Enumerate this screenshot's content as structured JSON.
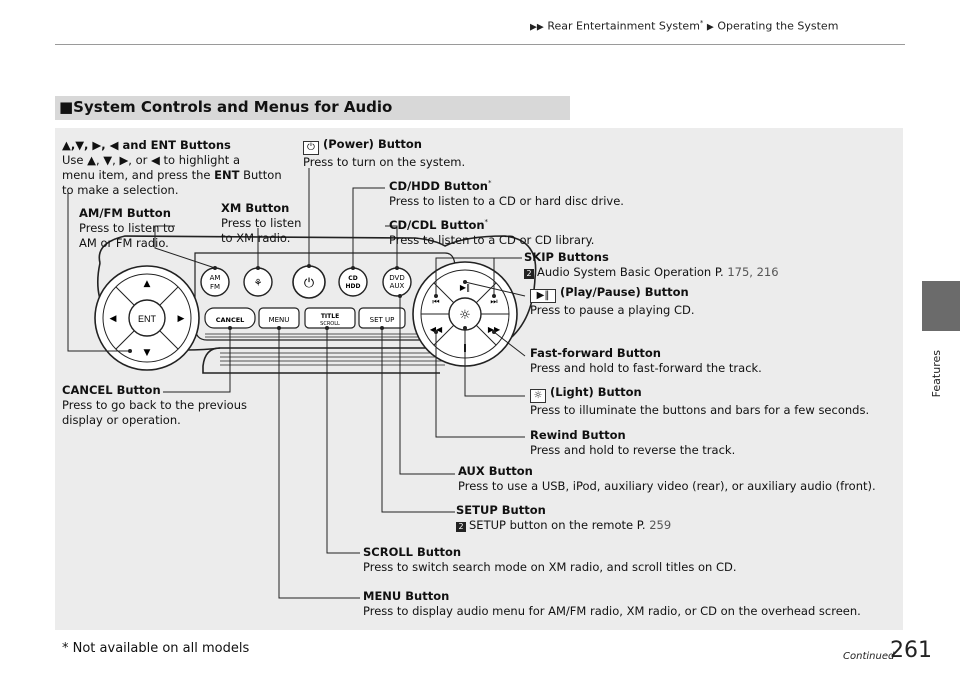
{
  "header": {
    "crumb_1": "Rear Entertainment System",
    "crumb_1_mark": "*",
    "crumb_2": "Operating the System"
  },
  "side_tab": {
    "label": "Features"
  },
  "section": {
    "title": "■System Controls and Menus for Audio"
  },
  "labels": {
    "arrows_title": "▲,▼, ▶, ◀ and ENT Buttons",
    "arrows_desc_1": "Use ▲, ▼, ▶, or ◀ to highlight a",
    "arrows_desc_2a": "menu item, and press the ",
    "arrows_desc_2b": "ENT",
    "arrows_desc_2c": " Button",
    "arrows_desc_3": "to make a selection.",
    "amfm_title": "AM/FM Button",
    "amfm_desc_1": "Press to listen to",
    "amfm_desc_2": "AM or FM radio.",
    "xm_title": "XM Button",
    "xm_desc_1": "Press to listen",
    "xm_desc_2": "to XM radio.",
    "power_title": "(Power) Button",
    "power_desc": "Press to turn on the system.",
    "cdhdd_title": "CD/HDD Button",
    "cdhdd_mark": "*",
    "cdhdd_desc": "Press to listen to a CD or hard disc drive.",
    "cdcdl_title": "CD/CDL Button",
    "cdcdl_mark": "*",
    "cdcdl_desc": "Press to listen to a CD or CD library.",
    "skip_title": "SKIP Buttons",
    "skip_ref_text": "Audio System Basic Operation P.",
    "skip_ref_pages": "175, 216",
    "play_title": "(Play/Pause) Button",
    "play_desc": "Press to pause a playing CD.",
    "ff_title": "Fast-forward Button",
    "ff_desc": "Press and hold to fast-forward the track.",
    "light_title": "(Light) Button",
    "light_desc": "Press to illuminate the buttons and bars for a few seconds.",
    "rew_title": "Rewind Button",
    "rew_desc": "Press and hold to reverse the track.",
    "aux_title": "AUX Button",
    "aux_desc": "Press to use a USB, iPod, auxiliary video (rear), or auxiliary audio (front).",
    "setup_title": "SETUP Button",
    "setup_ref_text": "SETUP button on the remote P.",
    "setup_ref_page": "259",
    "scroll_title": "SCROLL Button",
    "scroll_desc": "Press to switch search mode on XM radio, and scroll titles on CD.",
    "menu_title": "MENU Button",
    "menu_desc": "Press to display audio menu for AM/FM radio, XM radio, or CD on the overhead screen.",
    "cancel_title": "CANCEL Button",
    "cancel_desc_1": "Press to go back to the previous",
    "cancel_desc_2": "display or operation."
  },
  "panel": {
    "ent": "ENT",
    "am": "AM",
    "fm": "FM",
    "cd": "CD",
    "hdd": "HDD",
    "dvd": "DVD",
    "aux": "AUX",
    "cancel": "CANCEL",
    "menu": "MENU",
    "title_top": "TITLE",
    "title_bottom": "SCROLL",
    "setup": "SET UP"
  },
  "footer": {
    "note": "* Not available on all models",
    "continued": "Continued",
    "page_number": "261"
  },
  "colors": {
    "section_bar": "#d8d8d8",
    "content_bg": "#ececec",
    "side_tab": "#6b6b6b"
  }
}
